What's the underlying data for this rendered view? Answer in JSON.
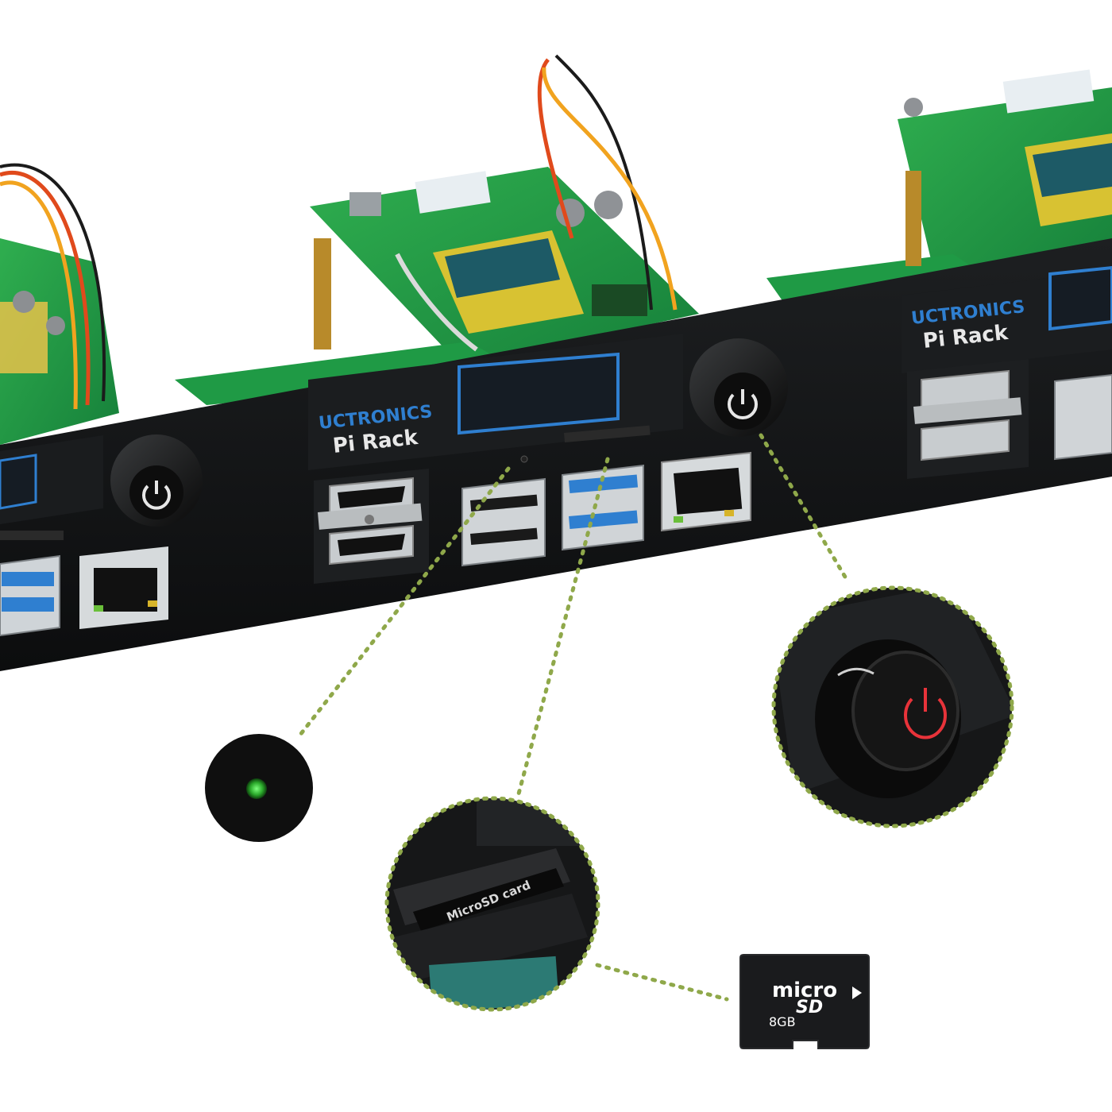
{
  "brand": {
    "name": "UCTRONICS",
    "product": "Pi Rack",
    "brand_color": "#2f7fd0",
    "oled_frame_color": "#2f7fd0"
  },
  "callouts": {
    "sd_label": "MicroSD card",
    "led_color": "#3fc43f",
    "power_icon_color": "#e8333a",
    "dot_color": "#8fa84a"
  },
  "sdcard": {
    "logo_top": "micro",
    "logo_bottom": "SD",
    "capacity": "8GB"
  },
  "icons": [
    "power-icon",
    "hdmi-port",
    "usb-port",
    "ethernet-port",
    "microsd-card-icon",
    "led-indicator"
  ]
}
